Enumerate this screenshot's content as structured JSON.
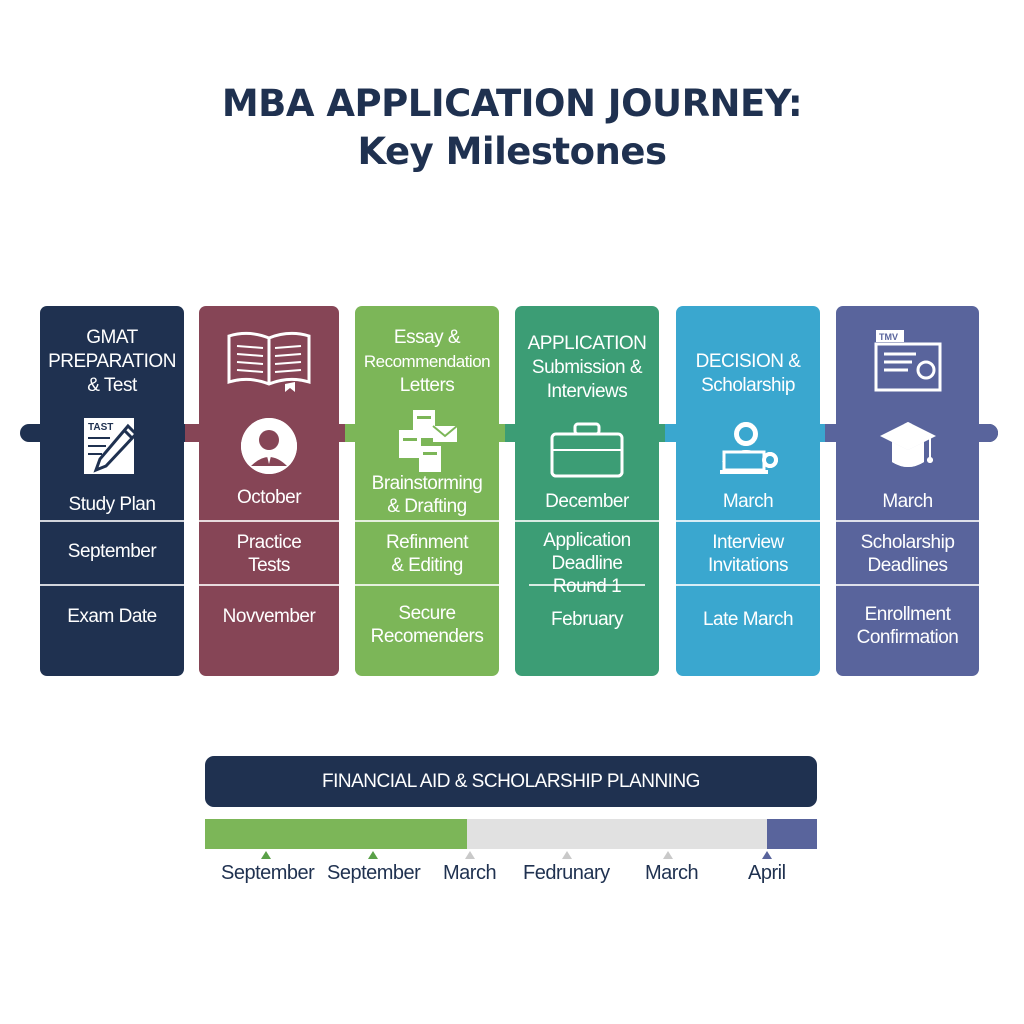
{
  "title": {
    "line1": "MBA APPLICATION JOURNEY:",
    "line2": "Key Milestones"
  },
  "colors": {
    "navy": "#1f3150",
    "maroon": "#864556",
    "green": "#7cb658",
    "teal": "#3c9d75",
    "cyan": "#3aa7cf",
    "indigo": "#59649c"
  },
  "stages": [
    {
      "head": [
        "GMAT",
        "PREPARATION",
        "& Test"
      ],
      "icon": "test-paper-pencil-icon",
      "rows": [
        "Study Plan",
        "September",
        "Exam Date"
      ]
    },
    {
      "head": [],
      "icon": "open-book-icon",
      "timeline_icon": "person-avatar-icon",
      "rows": [
        "October",
        "Practice\nTests",
        "Novvember"
      ]
    },
    {
      "head": [
        "Essay &",
        "Recommendation",
        "Letters"
      ],
      "icon": "documents-envelope-icon",
      "rows": [
        "Brainstorming\n& Drafting",
        "Refinment\n& Editing",
        "Secure\nRecomenders"
      ]
    },
    {
      "head": [
        "APPLICATION",
        "Submission &",
        "Interviews"
      ],
      "icon": "briefcase-icon",
      "rows": [
        "December",
        "Application\nDeadline\nRound 1",
        "February"
      ]
    },
    {
      "head": [
        "DECISION &",
        "Scholarship"
      ],
      "icon": "person-laptop-award-icon",
      "rows": [
        "March",
        "Interview\nInvitations",
        "Late March"
      ]
    },
    {
      "head": [],
      "icon": "certificate-scroll-icon",
      "icon_text": "TMV",
      "timeline_icon": "graduation-cap-icon",
      "rows": [
        "March",
        "Scholarship\nDeadlines",
        "Enrollment\nConfirmation"
      ]
    }
  ],
  "financial": {
    "banner": "FINANCIAL AID & SCHOLARSHIP PLANNING",
    "progress_fraction": 0.428,
    "months": [
      "September",
      "September",
      "March",
      "Fedrunary",
      "March",
      "April"
    ]
  }
}
